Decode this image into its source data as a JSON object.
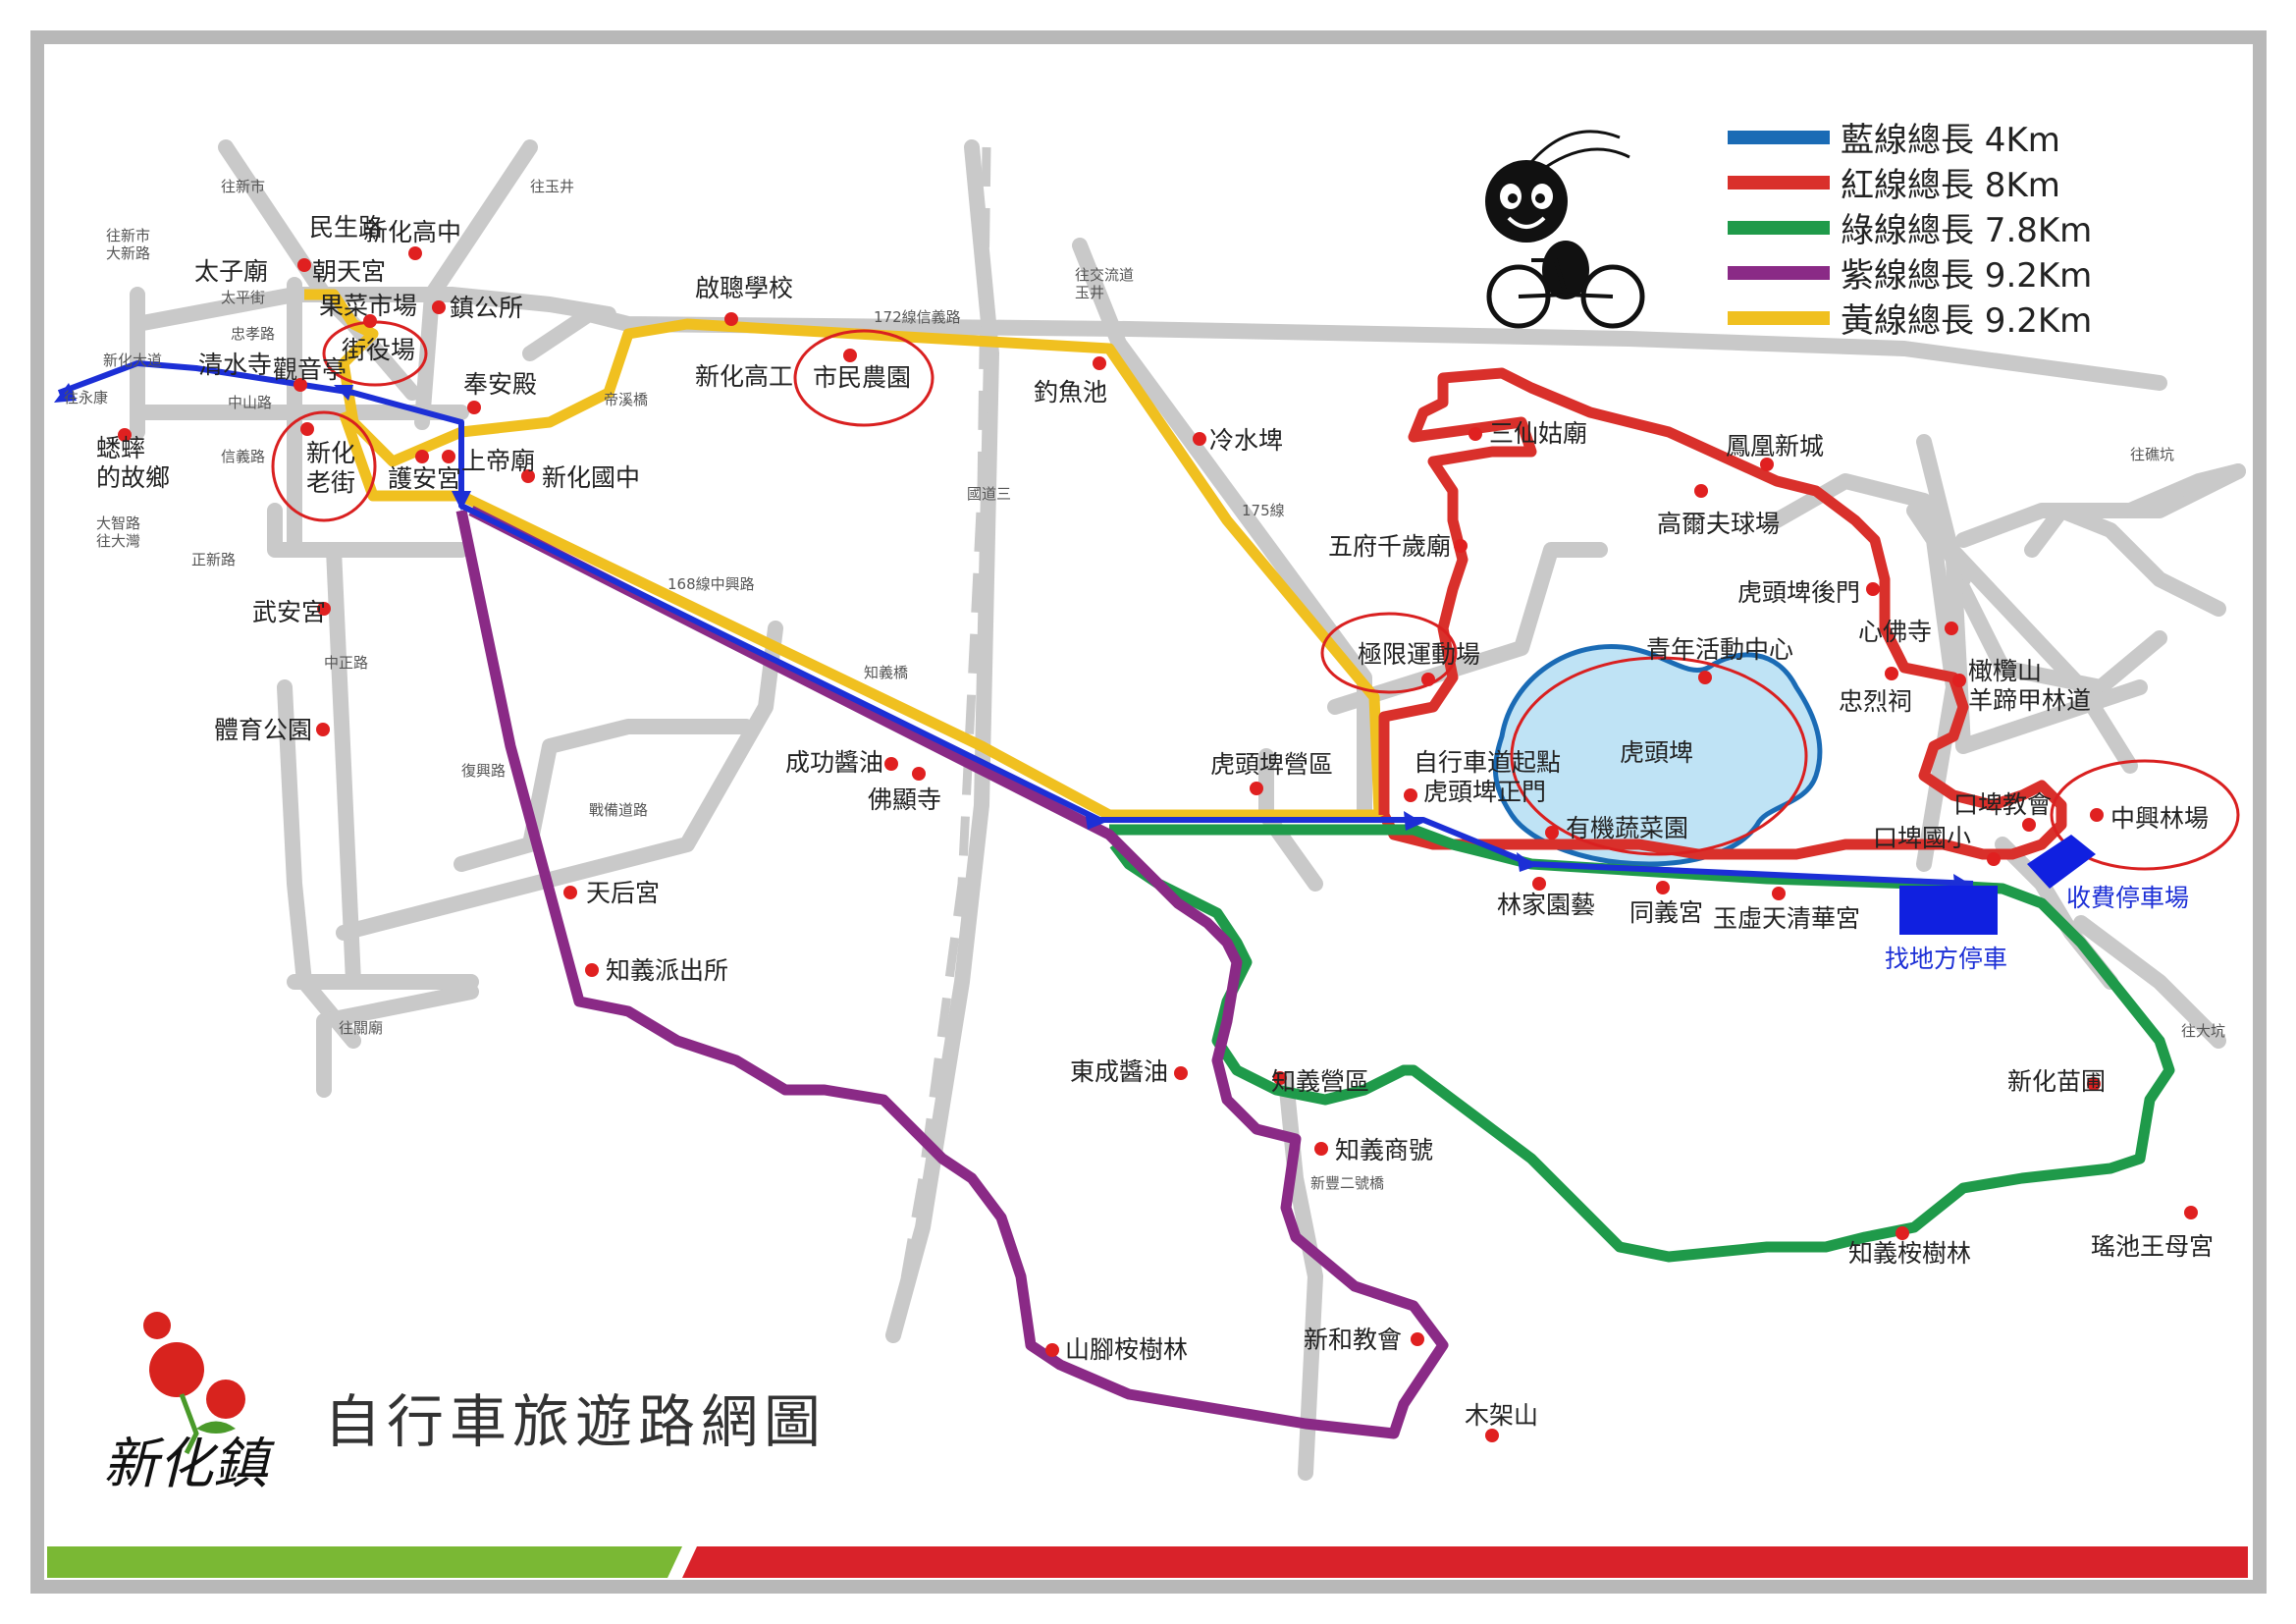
{
  "title": "自行車旅遊路網圖",
  "logo_text": "新化鎮",
  "legend": [
    {
      "label": "藍線總長 4Km",
      "color": "#1a6bb5"
    },
    {
      "label": "紅線總長 8Km",
      "color": "#d9302b"
    },
    {
      "label": "綠線總長 7.8Km",
      "color": "#1f9a4a"
    },
    {
      "label": "紫線總長 9.2Km",
      "color": "#8a2a86"
    },
    {
      "label": "黃線總長 9.2Km",
      "color": "#f0c020"
    }
  ],
  "colors": {
    "road": "#c9c9c9",
    "lake": "#bfe3f5",
    "lake_edge": "#1a6bb5",
    "circle": "#d92020",
    "dot": "#e02020",
    "green_bar": "#7ab834",
    "red_bar": "#d9222a",
    "parking": "#1020e0"
  },
  "places": [
    {
      "id": "xinhua-high",
      "label": "新化高中"
    },
    {
      "id": "minsheng-rd",
      "label": "民生路"
    },
    {
      "id": "taizi",
      "label": "太子廟"
    },
    {
      "id": "chaotian",
      "label": "朝天宮"
    },
    {
      "id": "guocai",
      "label": "果菜市場"
    },
    {
      "id": "zhenggong",
      "label": "鎮公所"
    },
    {
      "id": "jieyi",
      "label": "街役場"
    },
    {
      "id": "qingshui",
      "label": "清水寺"
    },
    {
      "id": "guanyin",
      "label": "觀音亭"
    },
    {
      "id": "fengan",
      "label": "奉安殿"
    },
    {
      "id": "xinhua-old",
      "label": "新化\n老街"
    },
    {
      "id": "cricket",
      "label": "蟋蟀\n的故鄉"
    },
    {
      "id": "huan",
      "label": "護安宮"
    },
    {
      "id": "shangdi",
      "label": "上帝廟"
    },
    {
      "id": "xinhua-jh",
      "label": "新化國中"
    },
    {
      "id": "qiting",
      "label": "啟聰學校"
    },
    {
      "id": "xinhua-vs",
      "label": "新化高工"
    },
    {
      "id": "shimin",
      "label": "市民農園"
    },
    {
      "id": "diaoyu",
      "label": "釣魚池"
    },
    {
      "id": "lengshui",
      "label": "冷水埤"
    },
    {
      "id": "sanxian",
      "label": "三仙姑廟"
    },
    {
      "id": "fenghuang",
      "label": "鳳凰新城"
    },
    {
      "id": "golf",
      "label": "高爾夫球場"
    },
    {
      "id": "wufu",
      "label": "五府千歲廟"
    },
    {
      "id": "houmen",
      "label": "虎頭埤後門"
    },
    {
      "id": "xinfo",
      "label": "心佛寺"
    },
    {
      "id": "jixian",
      "label": "極限運動場"
    },
    {
      "id": "youth",
      "label": "青年活動中心"
    },
    {
      "id": "zhonglie",
      "label": "忠烈祠"
    },
    {
      "id": "ganlan",
      "label": "橄欖山\n羊蹄甲林道"
    },
    {
      "id": "hutoupi",
      "label": "虎頭埤"
    },
    {
      "id": "bikestart",
      "label": "自行車道起點"
    },
    {
      "id": "zhengmen",
      "label": "虎頭埤正門"
    },
    {
      "id": "camp",
      "label": "虎頭埤營區"
    },
    {
      "id": "organic",
      "label": "有機蔬菜園"
    },
    {
      "id": "koupi-church",
      "label": "口埤教會"
    },
    {
      "id": "koupi-school",
      "label": "口埤國小"
    },
    {
      "id": "zhongxing",
      "label": "中興林場"
    },
    {
      "id": "wudi",
      "label": "武安宮"
    },
    {
      "id": "gym",
      "label": "體育公園"
    },
    {
      "id": "chenggong",
      "label": "成功醬油"
    },
    {
      "id": "foshun",
      "label": "佛顯寺"
    },
    {
      "id": "tianhou",
      "label": "天后宮"
    },
    {
      "id": "zhiyi-police",
      "label": "知義派出所"
    },
    {
      "id": "linjia",
      "label": "林家園藝"
    },
    {
      "id": "tongyi",
      "label": "同義宮"
    },
    {
      "id": "yuxu",
      "label": "玉虛天清華宮"
    },
    {
      "id": "dongcheng",
      "label": "東成醬油"
    },
    {
      "id": "zhiyi-camp",
      "label": "知義營區"
    },
    {
      "id": "zhiyi-shop",
      "label": "知義商號"
    },
    {
      "id": "xinhua-nursery",
      "label": "新化苗圃"
    },
    {
      "id": "zhiyi-cam",
      "label": "知義桉樹林"
    },
    {
      "id": "yaochi",
      "label": "瑤池王母宮"
    },
    {
      "id": "shanjiao",
      "label": "山腳桉樹林"
    },
    {
      "id": "xinhe",
      "label": "新和教會"
    },
    {
      "id": "mujia",
      "label": "木架山"
    }
  ],
  "roads": [
    {
      "id": "to-xinshi",
      "label": "往新市"
    },
    {
      "id": "to-yujing",
      "label": "往玉井"
    },
    {
      "id": "to-xinshi-daxin",
      "label": "往新市\n大新路"
    },
    {
      "id": "taiping",
      "label": "太平街"
    },
    {
      "id": "zhongxiao",
      "label": "忠孝路"
    },
    {
      "id": "xinhua-rd",
      "label": "新化大道"
    },
    {
      "id": "to-yongkang",
      "label": "往永康"
    },
    {
      "id": "zhongshan",
      "label": "中山路"
    },
    {
      "id": "xinyi",
      "label": "信義路"
    },
    {
      "id": "daqi",
      "label": "大智路\n往大灣"
    },
    {
      "id": "zhengxin",
      "label": "正新路"
    },
    {
      "id": "zhongzheng",
      "label": "中正路"
    },
    {
      "id": "fuxing",
      "label": "復興路"
    },
    {
      "id": "zhanbei",
      "label": "戰備道路"
    },
    {
      "id": "to-guanmiao",
      "label": "往關廟"
    },
    {
      "id": "dixi",
      "label": "帝溪橋"
    },
    {
      "id": "r172",
      "label": "172線信義路"
    },
    {
      "id": "r168",
      "label": "168線中興路"
    },
    {
      "id": "zhiyi-bridge",
      "label": "知義橋"
    },
    {
      "id": "national3",
      "label": "國道三"
    },
    {
      "id": "r175",
      "label": "175線"
    },
    {
      "id": "to-jiaoliu",
      "label": "往交流道\n玉井"
    },
    {
      "id": "to-qishan",
      "label": "往礁坑"
    },
    {
      "id": "to-dakeng",
      "label": "往大坑"
    },
    {
      "id": "xinfeng",
      "label": "新豐二號橋"
    }
  ],
  "notes": {
    "paid_parking": "收費停車場",
    "find_parking": "找地方停車"
  }
}
